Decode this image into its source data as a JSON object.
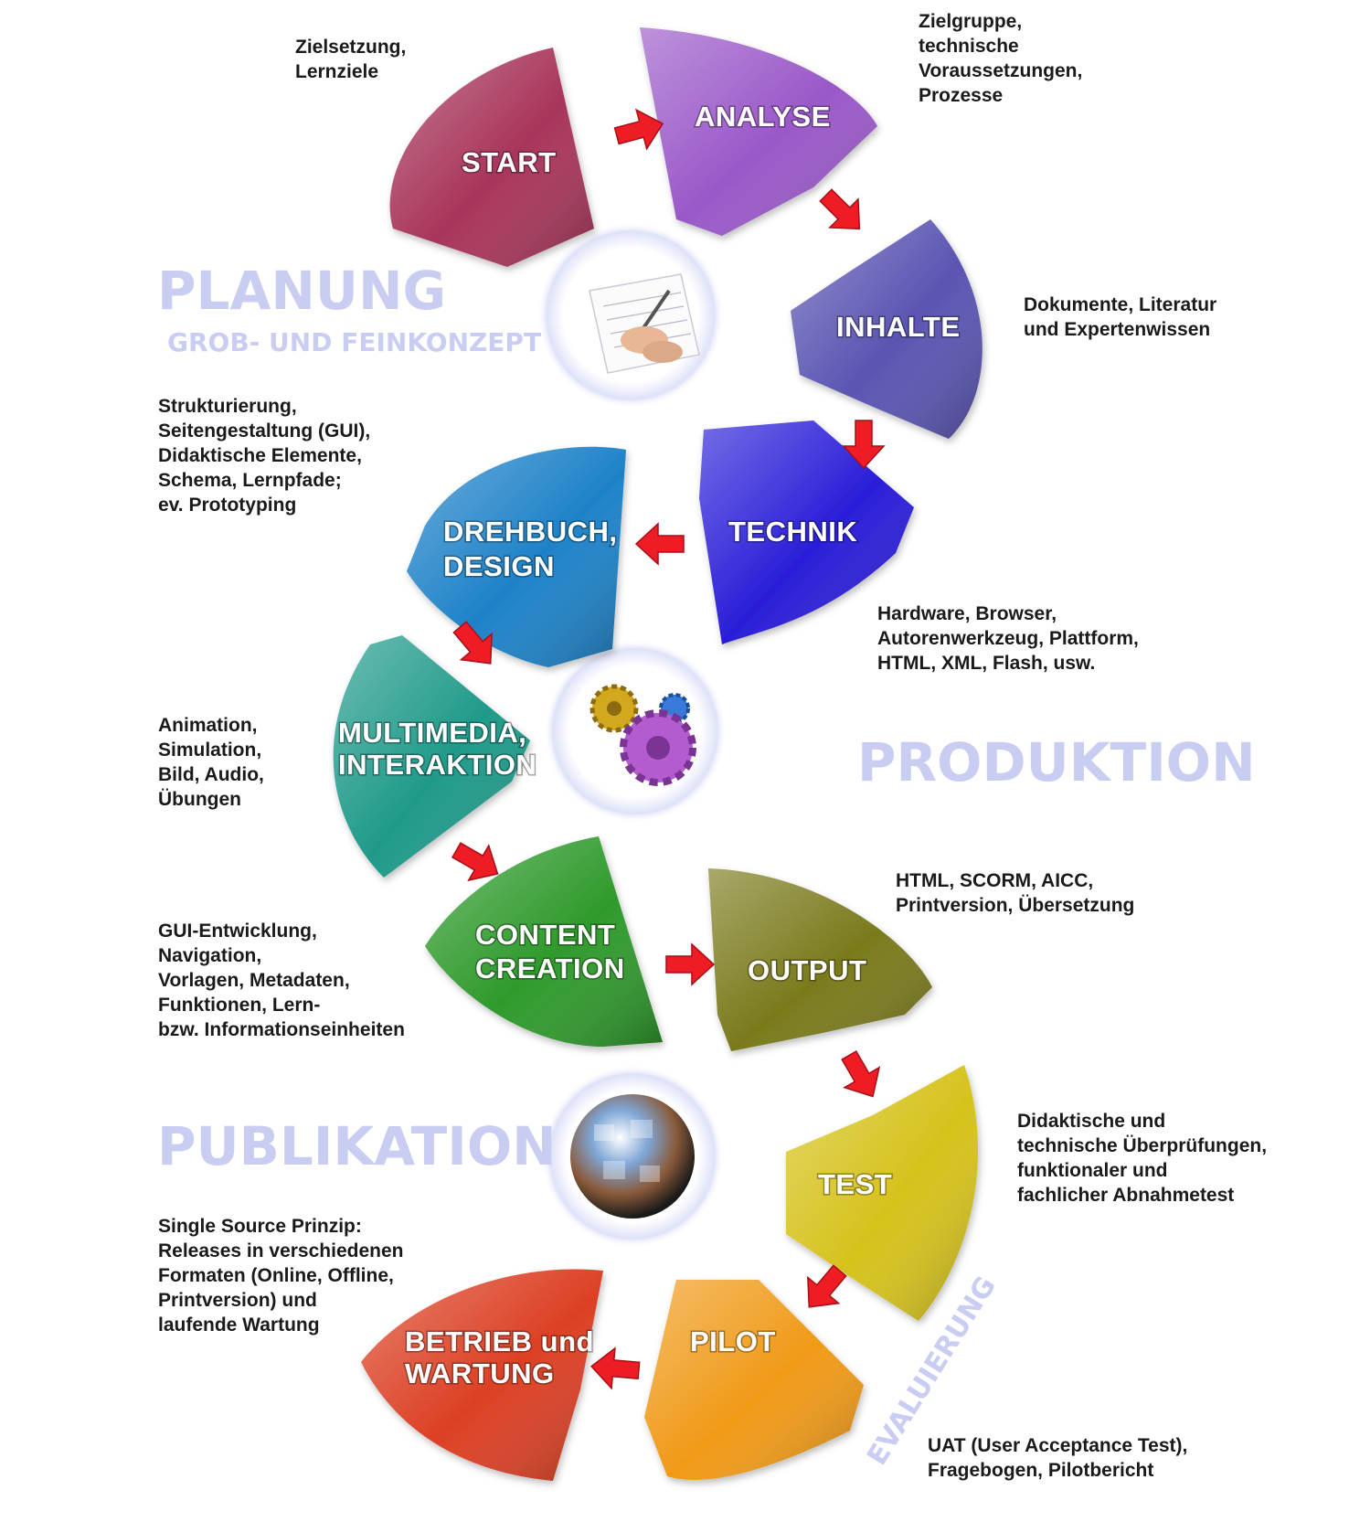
{
  "colors": {
    "start": "#a8355a",
    "analyse": "#9a58c8",
    "inhalte": "#5a55b2",
    "technik": "#2a1ed8",
    "drehbuch": "#1e82c8",
    "multimedia": "#1f9a8a",
    "content": "#2f9a2c",
    "output": "#7a7a1c",
    "test": "#d6c21c",
    "pilot": "#f09a18",
    "betrieb": "#dc4024",
    "arrow": "#ee1c25",
    "phase_text": "#c9cdf2",
    "hub_glow": "#d8dcf6"
  },
  "phases": {
    "planung": "PLANUNG",
    "planung_sub": "GROB- UND FEINKONZEPT",
    "produktion": "PRODUKTION",
    "publikation": "PUBLIKATION",
    "evaluierung": "EVALUIERUNG"
  },
  "segments": {
    "start": "START",
    "analyse": "ANALYSE",
    "inhalte": "INHALTE",
    "technik": "TECHNIK",
    "drehbuch_1": "DREHBUCH,",
    "drehbuch_2": "DESIGN",
    "multimedia_1": "MULTIMEDIA,",
    "multimedia_2": "INTERAKTION",
    "content_1": "CONTENT",
    "content_2": "CREATION",
    "output": "OUTPUT",
    "test": "TEST",
    "pilot": "PILOT",
    "betrieb_1": "BETRIEB und",
    "betrieb_2": "WARTUNG"
  },
  "notes": {
    "start": "Zielsetzung,\nLernziele",
    "analyse": "Zielgruppe,\ntechnische\nVoraussetzungen,\nProzesse",
    "inhalte": "Dokumente, Literatur\nund Expertenwissen",
    "drehbuch": "Strukturierung,\nSeitengestaltung (GUI),\nDidaktische Elemente,\nSchema, Lernpfade;\nev. Prototyping",
    "technik": "Hardware, Browser,\nAutorenwerkzeug, Plattform,\nHTML, XML, Flash, usw.",
    "multimedia": "Animation,\nSimulation,\nBild, Audio,\nÜbungen",
    "output": "HTML, SCORM, AICC,\nPrintversion, Übersetzung",
    "content": "GUI-Entwicklung,\nNavigation,\nVorlagen, Metadaten,\nFunktionen, Lern-\nbzw. Informationseinheiten",
    "test": "Didaktische und\ntechnische Überprüfungen,\nfunktionaler und\nfachlicher Abnahmetest",
    "betrieb": "Single Source Prinzip:\nReleases in verschiedenen\nFormaten (Online, Offline,\nPrintversion) und\nlaufende Wartung",
    "pilot": "UAT (User Acceptance Test),\nFragebogen, Pilotbericht"
  },
  "icons": {
    "hub_planung": "writing-hand-icon",
    "hub_produktion": "gears-icon",
    "hub_publikation": "photo-globe-icon",
    "arrow": "red-arrow-icon"
  }
}
